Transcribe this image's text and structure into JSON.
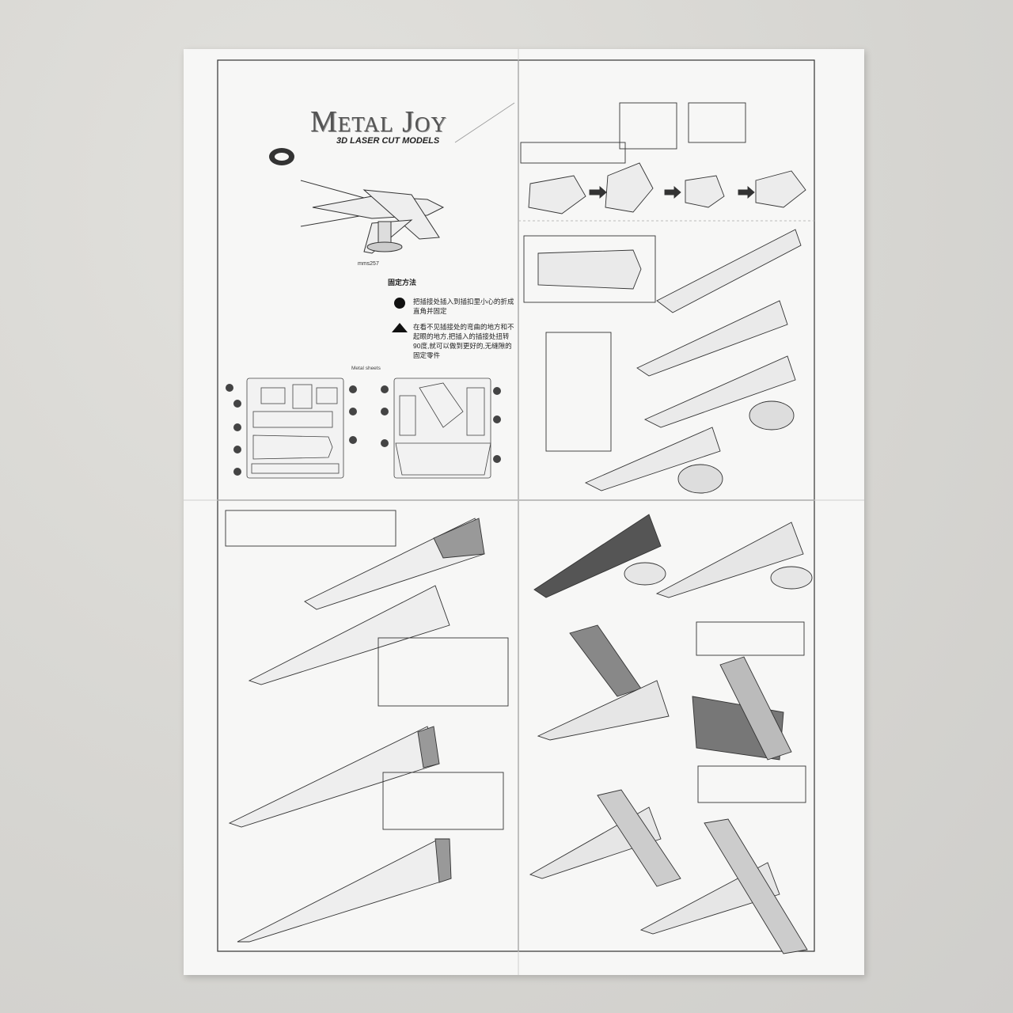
{
  "brand": {
    "name": "Metal Joy",
    "tagline": "3D LASER CUT MODELS",
    "model_code": "mms257"
  },
  "fixing_method": {
    "title": "固定方法",
    "items": [
      {
        "icon": "circle-icon",
        "text": "把插接处插入到插扣里小心的折成直角并固定"
      },
      {
        "icon": "triangle-icon",
        "text": "在看不见插接处的弯曲的地方和不起眼的地方,把插入的插接处扭转90度,就可以做到更好的,无缝隙的固定零件"
      }
    ]
  },
  "metal_sheets": {
    "label": "Metal sheets"
  },
  "colors": {
    "paper": "#f7f7f6",
    "line": "#333333",
    "table": "#d9d8d4",
    "part_fill": "#e9e9e9",
    "dark_panel": "#6b6b6b"
  }
}
